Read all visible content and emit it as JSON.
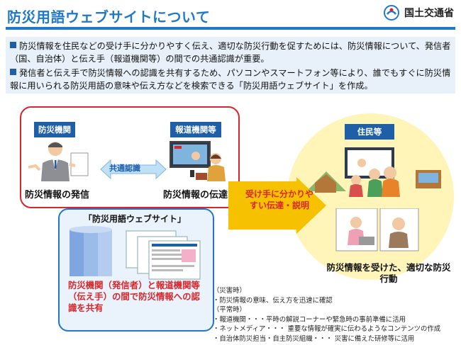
{
  "header": {
    "title": "防災用語ウェブサイトについて",
    "org_name": "国土交通省",
    "logo_icon": "mlit-logo-icon"
  },
  "intro": {
    "bullets": [
      "防災情報を住民などの受け手に分かりやすく伝え、適切な防災行動を促すためには、防災情報について、発信者（国、自治体）と伝え手（報道機関等）の間での共通認識が重要。",
      "発信者と伝え手で防災情報への認識を共有するため、パソコンやスマートフォン等により、誰でもすぐに防災情報に用いられる防災用語の意味や伝え方などを検索できる「防災用語ウェブサイト」を作成。"
    ]
  },
  "diagram": {
    "sender": {
      "header": "防災機関",
      "label": "防災情報の発信"
    },
    "common": {
      "label": "共通認識"
    },
    "media": {
      "header": "報道機関等",
      "label": "防災情報の伝達"
    },
    "website": {
      "title": "「防災用語ウェブサイト」",
      "description": "防災機関（発信者）と報道機関等（伝え手）の間で防災情報への認識を共有"
    },
    "arrow": {
      "label": "受け手に分かりやすい伝達・説明"
    },
    "residents": {
      "header": "住民等",
      "label": "防災情報を受けた、適切な防災行動"
    }
  },
  "notes": [
    "（災害時）",
    "・防災情報の意味、伝え方を迅速に確認",
    "（平常時）",
    "・報道機関・・・平時の解説コーナーや緊急時の事前準備に活用",
    "・ネットメディア・・・ 重要な情報が確実に伝わるようなコンテンツの作成",
    "・自治体防災担当・自主防災組織・・・ 災害に備えた研修等に活用"
  ],
  "colors": {
    "title_blue": "#1f78c8",
    "header_blue": "#1f5fa8",
    "accent_red": "#d8262b",
    "arrow_yellow": "#f6c200",
    "residents_bg": "#fff5b8"
  }
}
